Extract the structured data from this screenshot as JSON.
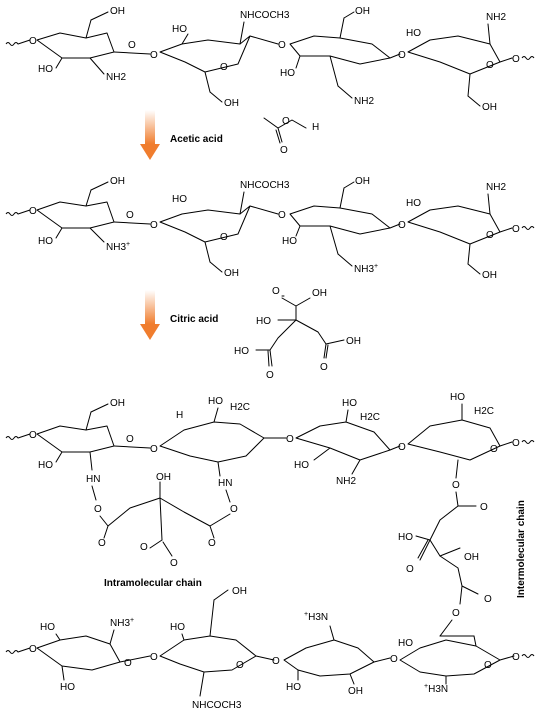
{
  "reagents": {
    "step1": "Acetic acid",
    "step2": "Citric acid"
  },
  "chain_labels": {
    "intramolecular": "Intramolecular chain",
    "intermolecular": "Intermolecular chain"
  },
  "arrow_color": "#f07d2e",
  "row1": {
    "oh_top_left": "OH",
    "ho_left": "HO",
    "nh2_left": "NH2",
    "ho_ring2": "HO",
    "nhcoch3": "NHCOCH3",
    "oh_ring2": "OH",
    "oh_ring3_top": "OH",
    "ho_ring3": "HO",
    "nh2_ring3": "NH2",
    "ho_ring4": "HO",
    "nh2_ring4": "NH2",
    "oh_ring4": "OH"
  },
  "acetic": {
    "oh": "O",
    "h": "H",
    "o": "O"
  },
  "row2": {
    "oh_top_left": "OH",
    "ho_left": "HO",
    "nh3_left": "NH3",
    "ho_ring2": "HO",
    "nhcoch3": "NHCOCH3",
    "oh_ring2": "OH",
    "oh_ring3_top": "OH",
    "ho_ring3": "HO",
    "nh3_ring3": "NH3",
    "ho_ring4": "HO",
    "nh2_ring4": "NH2",
    "oh_ring4": "OH"
  },
  "citric": {
    "o_top": "O",
    "oh_top": "OH",
    "ho_mid": "HO",
    "ho_left": "HO",
    "oh_right": "OH",
    "o_bl": "O",
    "o_br": "O"
  },
  "row3": {
    "oh_top_left": "OH",
    "ho_left": "HO",
    "hn_left": "HN",
    "h_ring2": "H",
    "ho_h2c_2": "HO",
    "h2c_2": "H2C",
    "nh_ring2": "HN",
    "ho_r3": "HO",
    "h2c_r3": "H2C",
    "ho_ring3": "HO",
    "nh2_ring3": "NH2",
    "ho_r4": "HO",
    "h2c_r4": "H2C",
    "oh_citr": "OH",
    "o_l": "O",
    "o_r": "O",
    "o1": "O",
    "o2": "O",
    "o3": "O",
    "o4": "O",
    "inter_o1": "O",
    "inter_o2": "O",
    "inter_ho": "HO",
    "inter_oh": "OH",
    "inter_o3": "O",
    "inter_o4": "O",
    "inter_o5": "O",
    "inter_o6": "O"
  },
  "row4": {
    "ho_left": "HO",
    "nh3_left": "NH3",
    "ho_left2": "HO",
    "oh_top": "OH",
    "ho_ring2": "HO",
    "nhcoch3": "NHCOCH3",
    "h3n_ring3": "H3N",
    "ho_ring3": "HO",
    "oh_ring3": "OH",
    "ho_ring4": "HO",
    "h3n_ring4": "H3N",
    "o_ring4": "O"
  }
}
